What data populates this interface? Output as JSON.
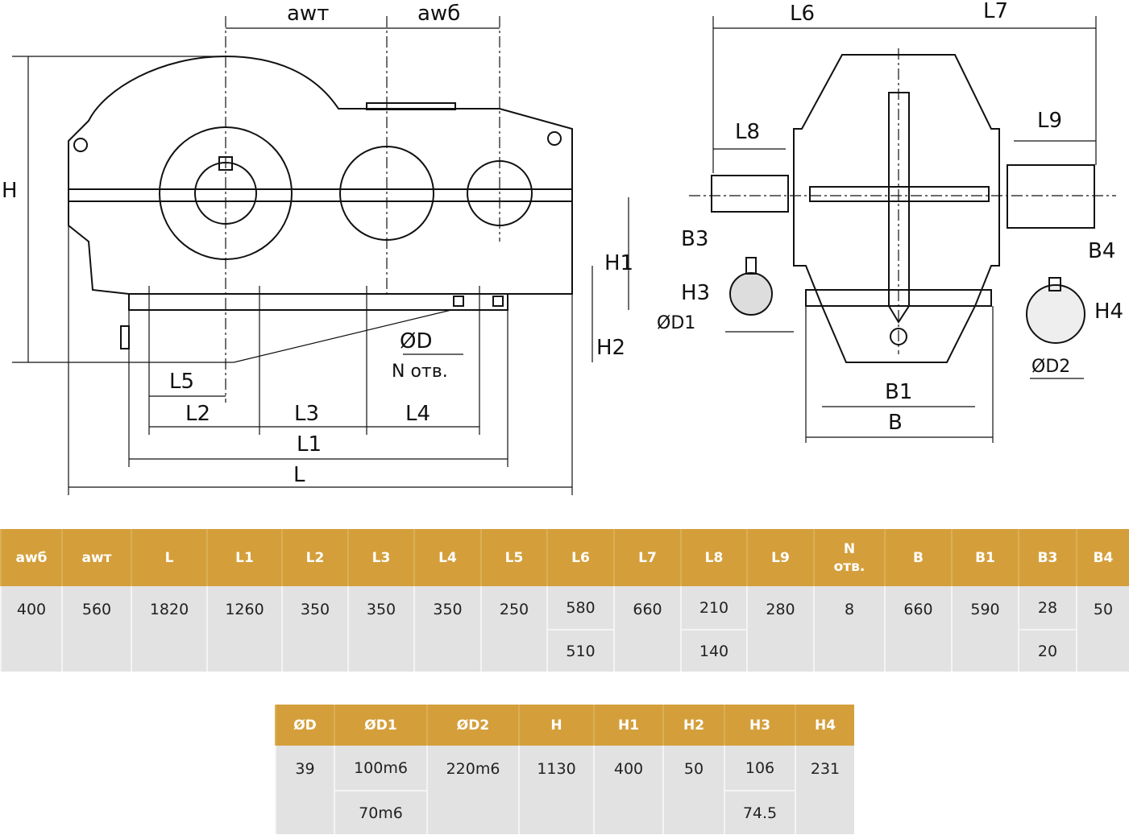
{
  "drawing": {
    "labels": {
      "awt": "awт",
      "awb": "awб",
      "H": "H",
      "H1": "H1",
      "H2": "H2",
      "L": "L",
      "L1": "L1",
      "L2": "L2",
      "L3": "L3",
      "L4": "L4",
      "L5": "L5",
      "L6": "L6",
      "L7": "L7",
      "L8": "L8",
      "L9": "L9",
      "D": "ØD",
      "N": "N отв.",
      "B": "B",
      "B1": "B1",
      "B3": "B3",
      "B4": "B4",
      "H3": "H3",
      "H4": "H4",
      "D1": "ØD1",
      "D2": "ØD2"
    }
  },
  "table1": {
    "columns": [
      {
        "header": "awб",
        "values": [
          "400"
        ]
      },
      {
        "header": "awт",
        "values": [
          "560"
        ]
      },
      {
        "header": "L",
        "values": [
          "1820"
        ]
      },
      {
        "header": "L1",
        "values": [
          "1260"
        ]
      },
      {
        "header": "L2",
        "values": [
          "350"
        ]
      },
      {
        "header": "L3",
        "values": [
          "350"
        ]
      },
      {
        "header": "L4",
        "values": [
          "350"
        ]
      },
      {
        "header": "L5",
        "values": [
          "250"
        ]
      },
      {
        "header": "L6",
        "values": [
          "580",
          "510"
        ]
      },
      {
        "header": "L7",
        "values": [
          "660"
        ]
      },
      {
        "header": "L8",
        "values": [
          "210",
          "140"
        ]
      },
      {
        "header": "L9",
        "values": [
          "280"
        ]
      },
      {
        "header": "N\nотв.",
        "values": [
          "8"
        ]
      },
      {
        "header": "B",
        "values": [
          "660"
        ]
      },
      {
        "header": "B1",
        "values": [
          "590"
        ]
      },
      {
        "header": "B3",
        "values": [
          "28",
          "20"
        ]
      },
      {
        "header": "B4",
        "values": [
          "50"
        ]
      }
    ]
  },
  "table2": {
    "columns": [
      {
        "header": "ØD",
        "values": [
          "39"
        ]
      },
      {
        "header": "ØD1",
        "values": [
          "100m6",
          "70m6"
        ]
      },
      {
        "header": "ØD2",
        "values": [
          "220m6"
        ]
      },
      {
        "header": "H",
        "values": [
          "1130"
        ]
      },
      {
        "header": "H1",
        "values": [
          "400"
        ]
      },
      {
        "header": "H2",
        "values": [
          "50"
        ]
      },
      {
        "header": "H3",
        "values": [
          "106",
          "74.5"
        ]
      },
      {
        "header": "H4",
        "values": [
          "231"
        ]
      }
    ]
  },
  "colors": {
    "header": "#d49f3b",
    "body": "#e2e2e2"
  }
}
